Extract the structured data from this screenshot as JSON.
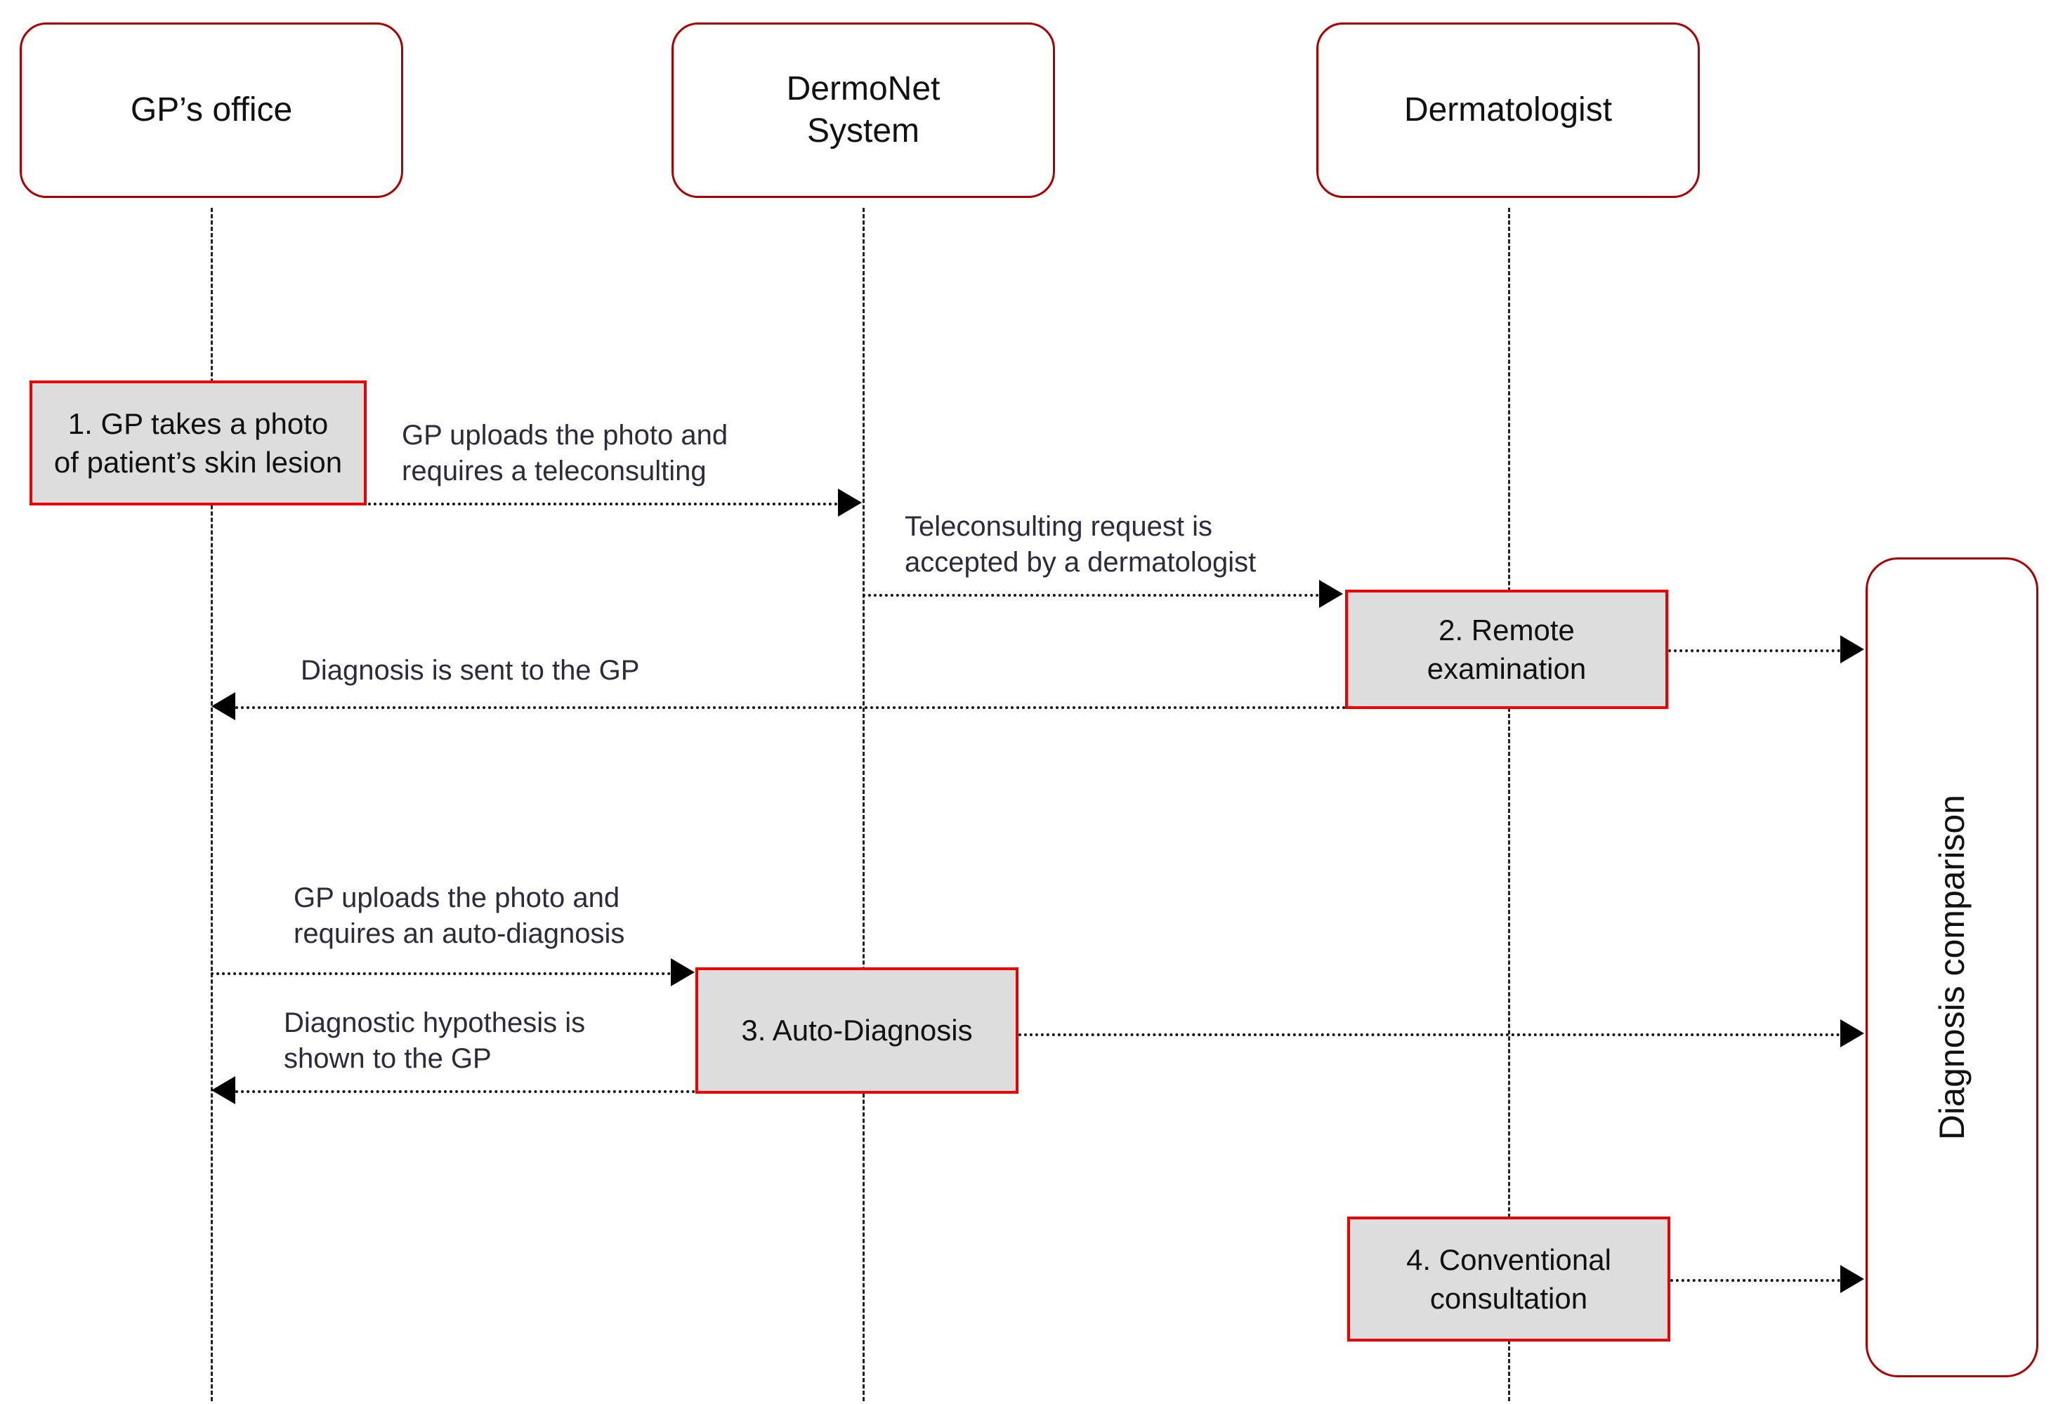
{
  "diagram": {
    "title": "DermoNet teleconsulting sequence diagram",
    "type": "sequence-diagram",
    "colors": {
      "actor_border": "#aa0000",
      "action_border": "#ee0000",
      "action_fill": "#dddddd",
      "line": "#111111",
      "label_text": "#2b2b3a",
      "background": "#ffffff"
    }
  },
  "actors": [
    {
      "id": "gp",
      "label": "GP’s office"
    },
    {
      "id": "sys",
      "label": "DermoNet\nSystem"
    },
    {
      "id": "derm",
      "label": "Dermatologist"
    }
  ],
  "actions": [
    {
      "id": "a1",
      "label": "1. GP takes a photo\nof patient’s skin lesion",
      "actor": "gp"
    },
    {
      "id": "a2",
      "label": "2. Remote\nexamination",
      "actor": "derm"
    },
    {
      "id": "a3",
      "label": "3. Auto-Diagnosis",
      "actor": "sys"
    },
    {
      "id": "a4",
      "label": "4. Conventional\nconsultation",
      "actor": "derm"
    }
  ],
  "comparison_box": {
    "label": "Diagnosis comparison"
  },
  "messages": [
    {
      "id": "m1",
      "label": "GP uploads the photo and\nrequires a teleconsulting",
      "from": "gp",
      "to": "sys",
      "direction": "right"
    },
    {
      "id": "m2",
      "label": "Teleconsulting request is\naccepted by a dermatologist",
      "from": "sys",
      "to": "derm",
      "direction": "right"
    },
    {
      "id": "m3",
      "label": "Diagnosis is sent to the GP",
      "from": "derm",
      "to": "gp",
      "direction": "left"
    },
    {
      "id": "m4",
      "label": "GP uploads the photo and\nrequires an auto-diagnosis",
      "from": "gp",
      "to": "sys",
      "direction": "right"
    },
    {
      "id": "m5",
      "label": "Diagnostic hypothesis is\nshown to the GP",
      "from": "sys",
      "to": "gp",
      "direction": "left"
    },
    {
      "id": "m6",
      "label": "",
      "from": "a2",
      "to": "comparison",
      "direction": "right"
    },
    {
      "id": "m7",
      "label": "",
      "from": "a3",
      "to": "comparison",
      "direction": "right"
    },
    {
      "id": "m8",
      "label": "",
      "from": "a4",
      "to": "comparison",
      "direction": "right"
    }
  ]
}
